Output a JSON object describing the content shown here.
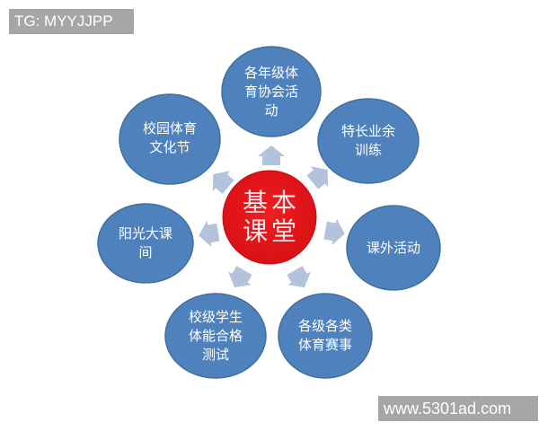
{
  "watermarks": {
    "top_left": "TG: MYYJJPP",
    "bottom_right": "www.5301ad.com"
  },
  "colors": {
    "center_fill": "#e8181c",
    "node_fill": "#4f81bd",
    "node_stroke": "#3a6aa0",
    "arrow_fill": "#b4c3dc",
    "watermark_bg": "#a6a6a6"
  },
  "diagram": {
    "center": {
      "label": "基本\n课堂"
    },
    "nodes": [
      {
        "id": "top",
        "label": "各年级体\n育协会活\n动"
      },
      {
        "id": "upper-right",
        "label": "特长业余\n训练"
      },
      {
        "id": "right",
        "label": "课外活动"
      },
      {
        "id": "lower-right",
        "label": "各级各类\n体育赛事"
      },
      {
        "id": "lower-left",
        "label": "校级学生\n体能合格\n测试"
      },
      {
        "id": "left",
        "label": "阳光大课\n间"
      },
      {
        "id": "upper-left",
        "label": "校园体育\n文化节"
      }
    ]
  }
}
